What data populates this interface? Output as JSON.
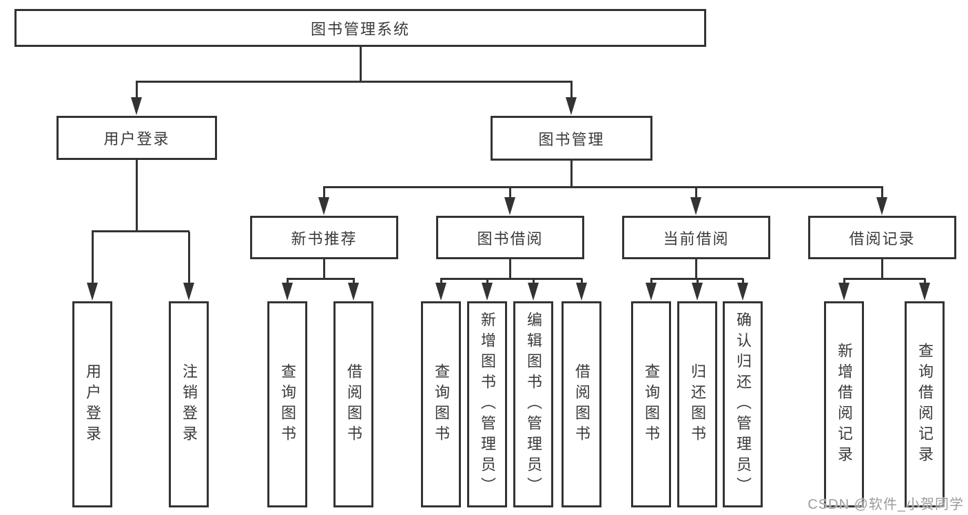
{
  "diagram": {
    "root": {
      "label": "图书管理系统"
    },
    "level2": {
      "user_login": {
        "label": "用户登录"
      },
      "book_mgmt": {
        "label": "图书管理"
      }
    },
    "level3": {
      "new_books": {
        "label": "新书推荐"
      },
      "book_borrow": {
        "label": "图书借阅"
      },
      "current_borrow": {
        "label": "当前借阅"
      },
      "borrow_records": {
        "label": "借阅记录"
      }
    },
    "leaves": {
      "user_login": [
        "用户登录",
        "注销登录"
      ],
      "new_books": [
        "查询图书",
        "借阅图书"
      ],
      "book_borrow": [
        "查询图书",
        "新增图书（管理员）",
        "编辑图书（管理员）",
        "借阅图书"
      ],
      "current_borrow": [
        "查询图书",
        "归还图书",
        "确认归还（管理员）"
      ],
      "borrow_records": [
        "新增借阅记录",
        "查询借阅记录"
      ]
    }
  },
  "watermark": {
    "text": "CSDN @软件_小贺同学"
  },
  "colors": {
    "line": "#333333",
    "box_border": "#333333",
    "text": "#3a3a3a",
    "watermark": "#9c9c9c",
    "background": "#ffffff"
  }
}
